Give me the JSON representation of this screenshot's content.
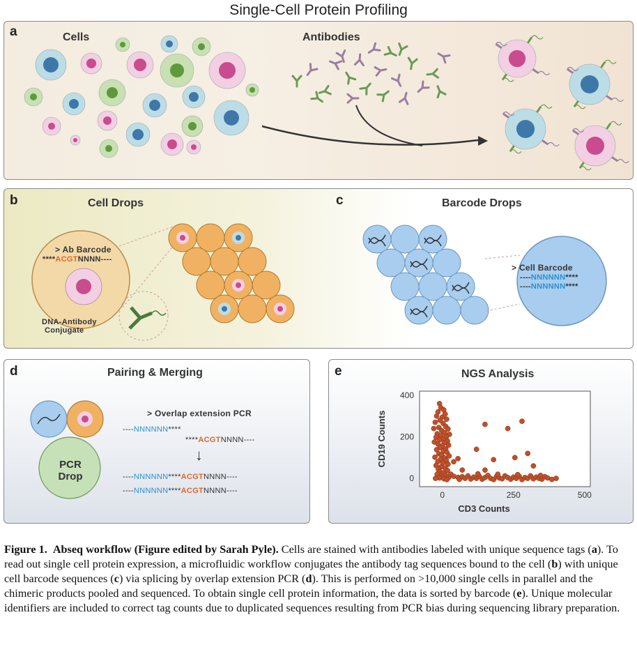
{
  "title": "Single-Cell Protein Profiling",
  "panel_a": {
    "label": "a",
    "cells_label": "Cells",
    "antibodies_label": "Antibodies"
  },
  "panel_b": {
    "label": "b",
    "title": "Cell Drops",
    "seq_header": "> Ab Barcode",
    "seq_prefix": "****",
    "seq_acgt": "ACGT",
    "seq_suffix": "NNNN----",
    "conjugate_line1": "DNA-Antibody",
    "conjugate_line2": "Conjugate"
  },
  "panel_c": {
    "label": "c",
    "title": "Barcode Drops",
    "seq_header": "> Cell Barcode",
    "seq_dash": "----",
    "seq_n": "NNNNNN",
    "seq_stars": "****"
  },
  "panel_d": {
    "label": "d",
    "title": "Pairing & Merging",
    "pcr_line1": "PCR",
    "pcr_line2": "Drop",
    "overlap_header": "> Overlap extension PCR",
    "dash": "----",
    "nblue": "NNNNNN",
    "stars": "****",
    "acgt": "ACGT",
    "nnnn": "NNNN",
    "dash_tail": "----",
    "arrow": "↓"
  },
  "panel_e": {
    "label": "e",
    "title": "NGS Analysis",
    "chart_data": {
      "type": "scatter",
      "xlabel": "CD3 Counts",
      "ylabel": "CD19 Counts",
      "xlim": [
        -80,
        520
      ],
      "ylim": [
        -40,
        420
      ],
      "xticks": [
        "0",
        "250",
        "500"
      ],
      "yticks": [
        "0",
        "200",
        "400"
      ],
      "color": "#c0502a",
      "points": [
        [
          -10,
          360
        ],
        [
          -5,
          340
        ],
        [
          -15,
          320
        ],
        [
          5,
          330
        ],
        [
          -20,
          300
        ],
        [
          0,
          295
        ],
        [
          10,
          310
        ],
        [
          -8,
          280
        ],
        [
          15,
          285
        ],
        [
          -25,
          270
        ],
        [
          3,
          265
        ],
        [
          12,
          250
        ],
        [
          -12,
          245
        ],
        [
          -30,
          240
        ],
        [
          20,
          238
        ],
        [
          -2,
          230
        ],
        [
          8,
          220
        ],
        [
          -18,
          215
        ],
        [
          25,
          212
        ],
        [
          -5,
          205
        ],
        [
          14,
          200
        ],
        [
          -22,
          198
        ],
        [
          2,
          190
        ],
        [
          -10,
          185
        ],
        [
          18,
          180
        ],
        [
          -28,
          175
        ],
        [
          6,
          170
        ],
        [
          -15,
          165
        ],
        [
          22,
          160
        ],
        [
          0,
          155
        ],
        [
          -8,
          148
        ],
        [
          12,
          142
        ],
        [
          -20,
          138
        ],
        [
          4,
          132
        ],
        [
          16,
          125
        ],
        [
          -12,
          118
        ],
        [
          -2,
          112
        ],
        [
          24,
          108
        ],
        [
          -26,
          102
        ],
        [
          8,
          98
        ],
        [
          -6,
          92
        ],
        [
          14,
          86
        ],
        [
          -16,
          80
        ],
        [
          2,
          74
        ],
        [
          20,
          68
        ],
        [
          -22,
          62
        ],
        [
          -4,
          56
        ],
        [
          10,
          50
        ],
        [
          -14,
          44
        ],
        [
          18,
          38
        ],
        [
          -8,
          32
        ],
        [
          4,
          26
        ],
        [
          -18,
          20
        ],
        [
          12,
          14
        ],
        [
          -2,
          8
        ],
        [
          22,
          4
        ],
        [
          -10,
          2
        ],
        [
          6,
          -2
        ],
        [
          -24,
          0
        ],
        [
          16,
          -6
        ],
        [
          30,
          20
        ],
        [
          40,
          10
        ],
        [
          55,
          5
        ],
        [
          60,
          -5
        ],
        [
          70,
          8
        ],
        [
          80,
          0
        ],
        [
          90,
          12
        ],
        [
          100,
          -3
        ],
        [
          110,
          6
        ],
        [
          120,
          0
        ],
        [
          130,
          10
        ],
        [
          140,
          -4
        ],
        [
          150,
          4
        ],
        [
          160,
          14
        ],
        [
          170,
          0
        ],
        [
          180,
          -6
        ],
        [
          190,
          8
        ],
        [
          200,
          2
        ],
        [
          210,
          -2
        ],
        [
          220,
          12
        ],
        [
          230,
          4
        ],
        [
          240,
          -4
        ],
        [
          250,
          6
        ],
        [
          260,
          0
        ],
        [
          270,
          10
        ],
        [
          280,
          -6
        ],
        [
          290,
          4
        ],
        [
          300,
          0
        ],
        [
          310,
          12
        ],
        [
          320,
          -2
        ],
        [
          330,
          6
        ],
        [
          340,
          0
        ],
        [
          350,
          -4
        ],
        [
          360,
          8
        ],
        [
          370,
          2
        ],
        [
          385,
          -5
        ],
        [
          400,
          0
        ],
        [
          345,
          14
        ],
        [
          265,
          18
        ],
        [
          195,
          20
        ],
        [
          125,
          22
        ],
        [
          70,
          40
        ],
        [
          150,
          40
        ],
        [
          40,
          80
        ],
        [
          55,
          95
        ],
        [
          120,
          140
        ],
        [
          180,
          90
        ],
        [
          150,
          260
        ],
        [
          230,
          240
        ],
        [
          255,
          100
        ],
        [
          280,
          275
        ],
        [
          300,
          120
        ],
        [
          320,
          60
        ]
      ]
    }
  },
  "caption": {
    "fig": "Figure 1.",
    "bold_title": "Abseq workflow (Figure edited by Sarah Pyle).",
    "text1": " Cells are stained with antibodies labeled with unique sequence tags (",
    "a": "a",
    "text2": "). To read out single cell protein expression, a microfluidic workflow conjugates the antibody tag sequences bound to the cell (",
    "b": "b",
    "text3": ") with unique cell barcode sequences (",
    "c": "c",
    "text4": ") via splicing by overlap extension PCR (",
    "d": "d",
    "text5": "). This is performed on >10,000 single cells in parallel and the chimeric products pooled and sequenced. To obtain single cell protein information, the data is sorted by barcode (",
    "e": "e",
    "text6": "). Unique molecular identifiers are included to correct tag counts due to duplicated sequences resulting from PCR bias during sequencing library preparation."
  }
}
